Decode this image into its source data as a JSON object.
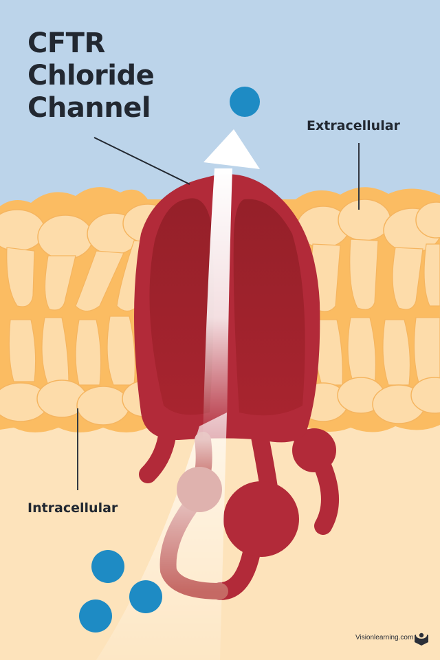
{
  "title": {
    "lines": [
      "CFTR",
      "Chloride",
      "Channel"
    ]
  },
  "labels": {
    "extracellular": "Extracellular",
    "intracellular": "Intracellular"
  },
  "credit": {
    "text": "Visionlearning.com",
    "logo_icon": "visionlearning-eye-box-icon"
  },
  "elements": {
    "protein": "cftr-protein",
    "ion": "chloride-ion",
    "flow_arrow": "ion-flow-arrow",
    "membrane": "lipid-bilayer"
  },
  "colors": {
    "extracellular_bg": "#bcd4ea",
    "intracellular_bg": "#fde3bb",
    "membrane_dark": "#fbbc62",
    "membrane_light": "#fddcaa",
    "protein": "#b22a39",
    "protein_dark": "#982029",
    "ion": "#1e8bc4",
    "text": "#222831"
  }
}
